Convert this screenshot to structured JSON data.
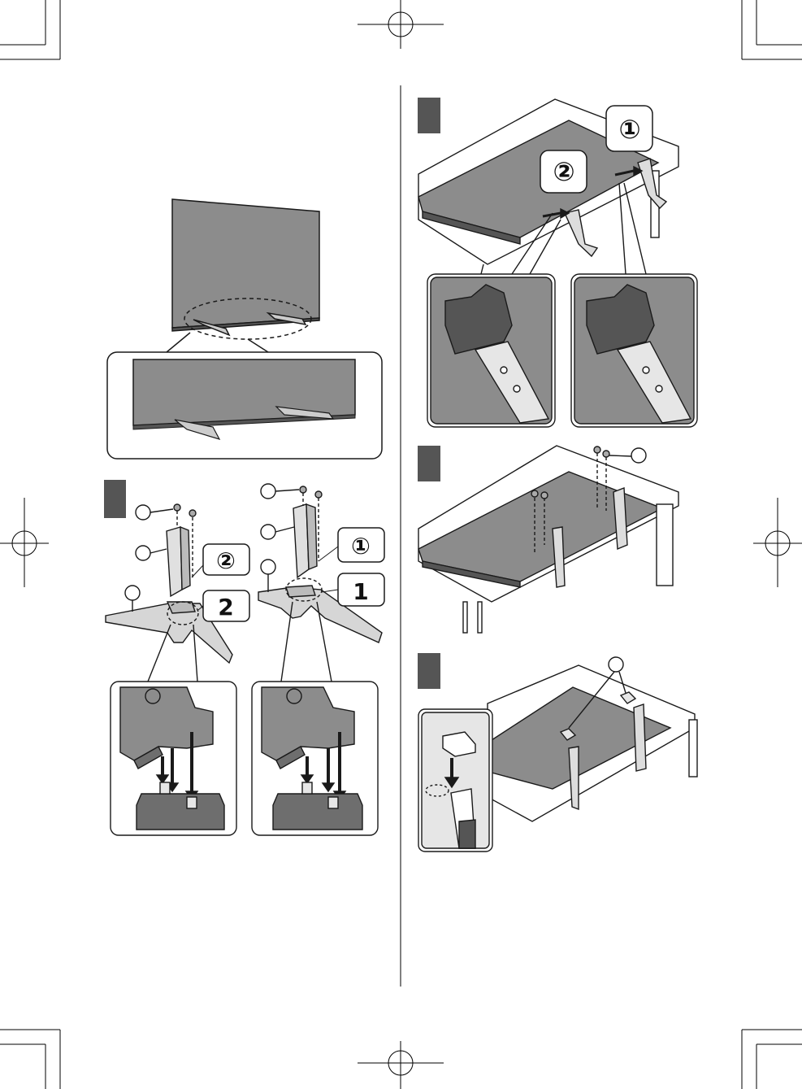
{
  "steps": {
    "attach_bracket": {
      "right_stand": {
        "step_a_label": "1",
        "step_b_label": "①"
      },
      "left_stand": {
        "step_a_label": "2",
        "step_b_label": "②"
      }
    },
    "insert_stand": {
      "callout_1": "①",
      "callout_2": "②"
    }
  },
  "colors": {
    "line": "#1a1a1a",
    "screen_gray": "#8c8c8c",
    "panel_gray": "#6e6e6e",
    "step_marker": "#555555",
    "light_fill": "#e6e6e6"
  }
}
